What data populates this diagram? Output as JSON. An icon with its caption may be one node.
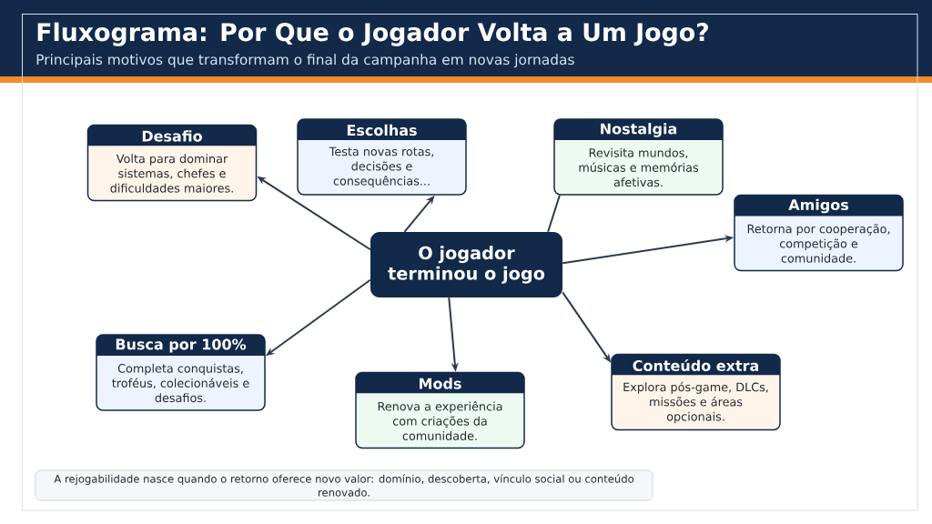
{
  "diagram": {
    "title": "Fluxograma: Por Que o Jogador Volta a Um Jogo?",
    "nodes": [
      {
        "text": [
          "Desafio",
          "Volta para dominar sistemas, chefes e dificuldades maiores."
        ]
      },
      {
        "text": [
          "Escolhas",
          "Testa novas rotas, decisões e consequências..."
        ]
      },
      {
        "text": [
          "Nostalgia",
          "Revisita mundos, músicas e memórias afetivas."
        ]
      },
      {
        "text": [
          "Amigos",
          "Retorna por cooperação, competição e comunidade."
        ]
      },
      {
        "text": [
          "O jogador terminou o jogo"
        ]
      },
      {
        "text": [
          "Busca por 100%",
          "Completa conquistas, troféus, colecionáveis e desafios."
        ]
      },
      {
        "text": [
          "Mods",
          "Renova a experiência com criações da comunidade."
        ]
      },
      {
        "text": [
          "Conteúdo extra",
          "Explora pós-game, DLCs, missões e áreas opcionais."
        ]
      },
      {
        "text": [
          "A rejogabilidade nasce quando o retorno oferece novo valor: domínio, descoberta, vínculo social ou conteúdo renovado."
        ]
      }
    ],
    "edges": [
      {
        "from": 4,
        "to": 0,
        "arrow": "to"
      },
      {
        "from": 4,
        "to": 1,
        "arrow": "to"
      },
      {
        "from": 4,
        "to": 2,
        "arrow": "none"
      },
      {
        "from": 4,
        "to": 3,
        "arrow": "to"
      },
      {
        "from": 4,
        "to": 5,
        "arrow": "to"
      },
      {
        "from": 4,
        "to": 6,
        "arrow": "to"
      },
      {
        "from": 4,
        "to": 7,
        "arrow": "to"
      }
    ],
    "labels": [
      "Principais motivos que transformam o final da campanha em novas jornadas"
    ]
  }
}
